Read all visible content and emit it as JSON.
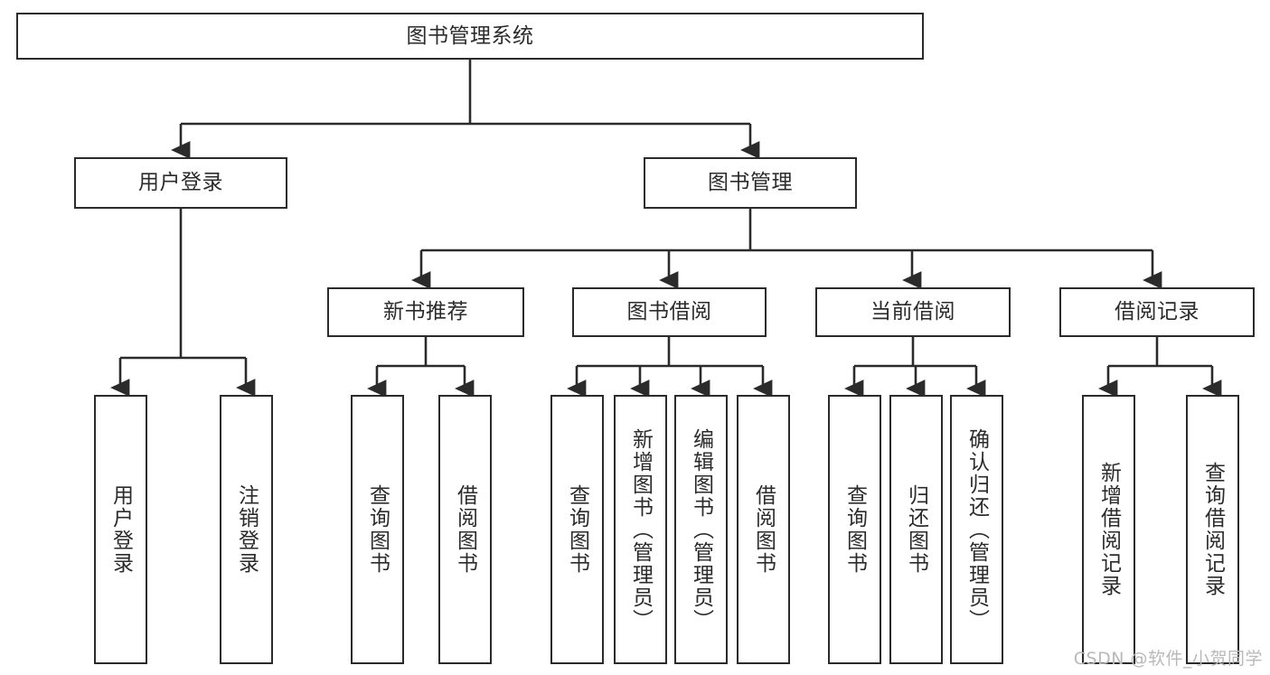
{
  "diagram": {
    "type": "tree-hierarchy-chart",
    "title": "图书管理系统",
    "orientation": "top-down",
    "colors": {
      "stroke": "#2b2b2b",
      "fill": "#ffffff",
      "text": "#2b2b2b",
      "watermark": "#b9b9b9"
    },
    "nodes": {
      "root": {
        "label": "图书管理系统"
      },
      "level2": [
        {
          "label": "用户登录"
        },
        {
          "label": "图书管理"
        }
      ],
      "level3": [
        {
          "label": "新书推荐"
        },
        {
          "label": "图书借阅"
        },
        {
          "label": "当前借阅"
        },
        {
          "label": "借阅记录"
        }
      ],
      "leaves": {
        "user_login": [
          {
            "label": "用户登录"
          },
          {
            "label": "注销登录"
          }
        ],
        "new_book_recommend": [
          {
            "label": "查询图书"
          },
          {
            "label": "借阅图书"
          }
        ],
        "book_borrow": [
          {
            "label": "查询图书"
          },
          {
            "label": "新增图书（管理员）"
          },
          {
            "label": "编辑图书（管理员）"
          },
          {
            "label": "借阅图书"
          }
        ],
        "current_borrow": [
          {
            "label": "查询图书"
          },
          {
            "label": "归还图书"
          },
          {
            "label": "确认归还（管理员）"
          }
        ],
        "borrow_record": [
          {
            "label": "新增借阅记录"
          },
          {
            "label": "查询借阅记录"
          }
        ]
      }
    }
  },
  "watermark": {
    "text": "CSDN @软件_小贺同学"
  }
}
